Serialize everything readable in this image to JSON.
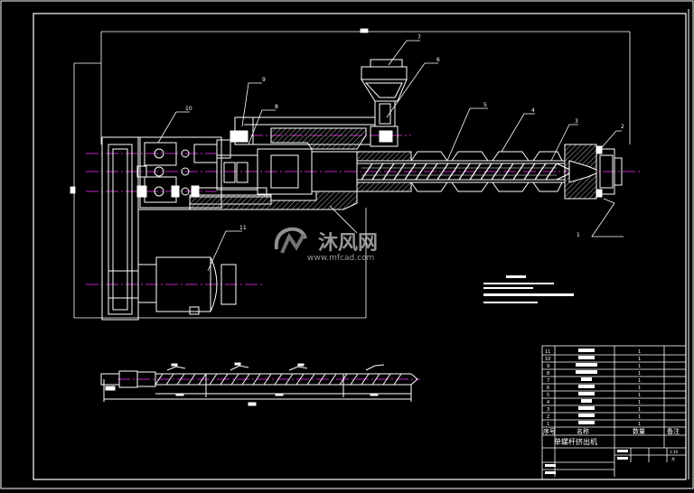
{
  "drawing": {
    "title_cn": "单螺杆挤出机",
    "callouts": [
      "1",
      "2",
      "3",
      "4",
      "5",
      "6",
      "7",
      "8",
      "9",
      "10",
      "11"
    ],
    "watermark": {
      "brand_cn": "沐风网",
      "url": "www.mfcad.com"
    }
  },
  "title_block": {
    "header": {
      "index": "序号",
      "name": "名称",
      "qty": "数量",
      "note": "备注"
    },
    "rows": [
      {
        "index": "11",
        "qty": "1"
      },
      {
        "index": "10",
        "qty": "1"
      },
      {
        "index": "9",
        "qty": "1"
      },
      {
        "index": "8",
        "qty": "1"
      },
      {
        "index": "7",
        "qty": "1"
      },
      {
        "index": "6",
        "qty": "1"
      },
      {
        "index": "5",
        "qty": "1"
      },
      {
        "index": "4",
        "qty": "1"
      },
      {
        "index": "3",
        "qty": "1"
      },
      {
        "index": "2",
        "qty": "1"
      },
      {
        "index": "1",
        "qty": "1"
      }
    ],
    "scale": "1:10",
    "sheet": "共"
  },
  "colors": {
    "background": "#000000",
    "lines": "#ffffff",
    "centerline": "#ff33ff",
    "hatch": "#e0e0e0",
    "watermark": "#bfbfbf"
  }
}
